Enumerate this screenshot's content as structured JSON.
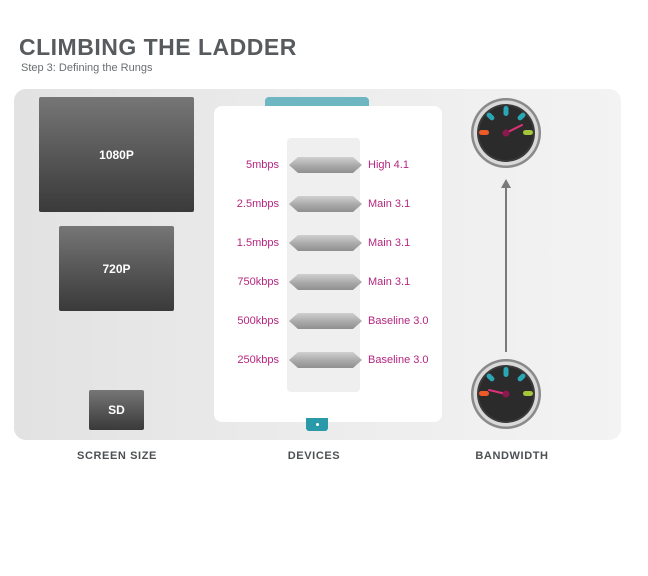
{
  "header": {
    "title": "CLIMBING THE LADDER",
    "subtitle": "Step 3:  Defining the Rungs"
  },
  "screens": [
    {
      "label": "1080P"
    },
    {
      "label": "720P"
    },
    {
      "label": "SD"
    }
  ],
  "rungs": [
    {
      "bitrate": "5mbps",
      "profile": "High 4.1"
    },
    {
      "bitrate": "2.5mbps",
      "profile": "Main 3.1"
    },
    {
      "bitrate": "1.5mbps",
      "profile": "Main 3.1"
    },
    {
      "bitrate": "750kbps",
      "profile": "Main 3.1"
    },
    {
      "bitrate": "500kbps",
      "profile": "Baseline 3.0"
    },
    {
      "bitrate": "250kbps",
      "profile": "Baseline 3.0"
    }
  ],
  "columns": {
    "screen_size": "SCREEN SIZE",
    "devices": "DEVICES",
    "bandwidth": "BANDWIDTH"
  },
  "gauges": {
    "high": {
      "level": "high"
    },
    "low": {
      "level": "low"
    }
  },
  "colors": {
    "accent_magenta": "#b5267f",
    "device_teal": "#2a9aa8",
    "gauge_teal": "#2aa7b5",
    "gauge_orange": "#f05a28",
    "gauge_green": "#a4c639"
  }
}
